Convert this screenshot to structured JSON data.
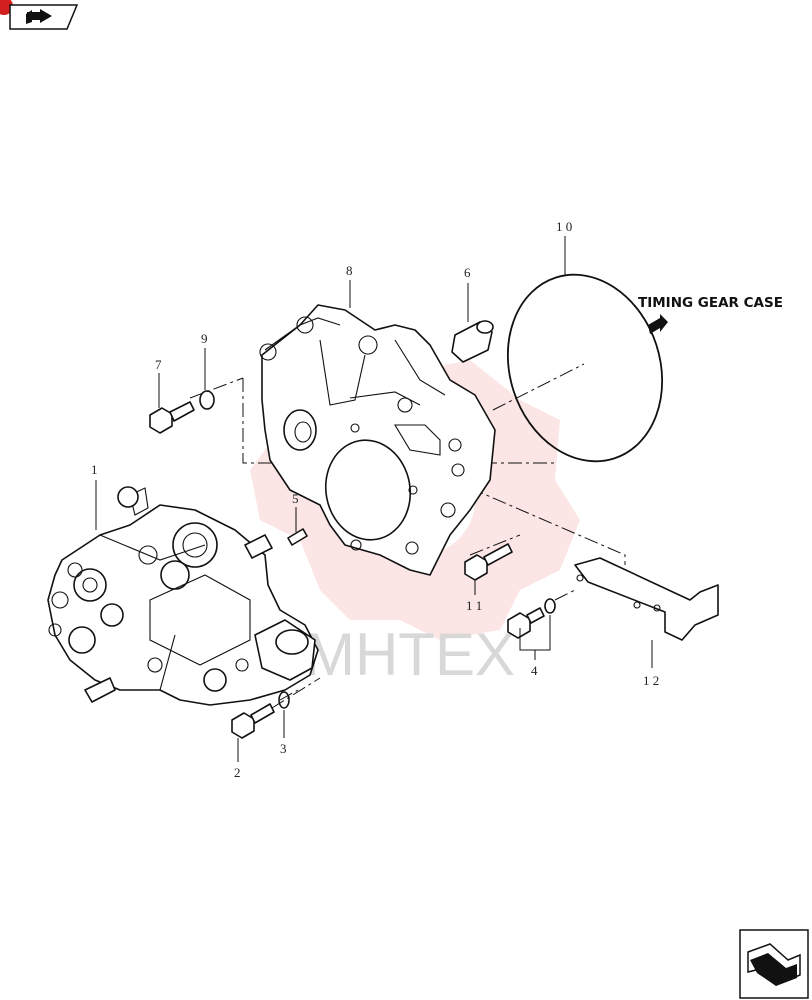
{
  "note": {
    "timing_gear_case": "TIMING GEAR CASE"
  },
  "watermark": {
    "text": "MHTEX",
    "color": "#f4a3a3"
  },
  "callouts": [
    {
      "id": "c1",
      "label": "1"
    },
    {
      "id": "c2",
      "label": "2"
    },
    {
      "id": "c3",
      "label": "3"
    },
    {
      "id": "c4",
      "label": "4"
    },
    {
      "id": "c5",
      "label": "5"
    },
    {
      "id": "c6",
      "label": "6"
    },
    {
      "id": "c7",
      "label": "7"
    },
    {
      "id": "c8",
      "label": "8"
    },
    {
      "id": "c9",
      "label": "9"
    },
    {
      "id": "c10",
      "label": "1 0"
    },
    {
      "id": "c11",
      "label": "1 1"
    },
    {
      "id": "c12",
      "label": "1 2"
    }
  ],
  "icons": {
    "top_left": "book-arrow-icon",
    "bottom_right": "next-page-arrow-icon",
    "badge_color": "#d42020"
  }
}
